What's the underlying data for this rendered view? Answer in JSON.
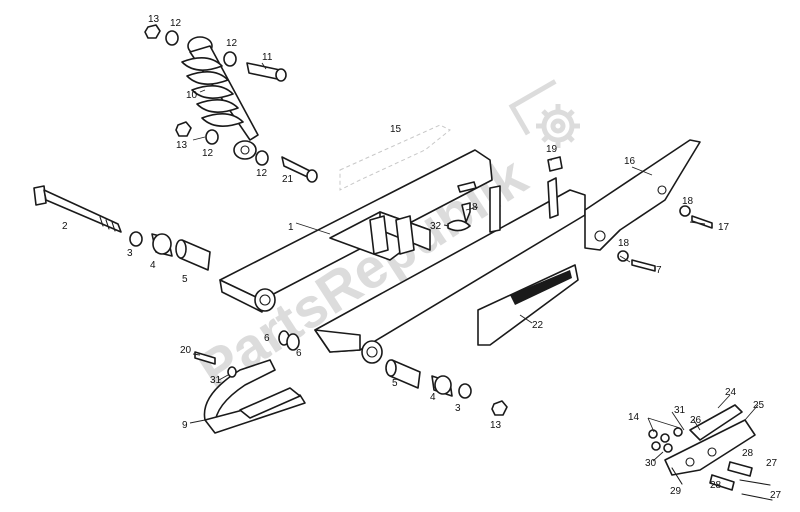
{
  "watermark": {
    "text": "PartsRepublik",
    "icon": "gear-icon"
  },
  "colors": {
    "line": "#1a1a1a",
    "watermark": "#dcdcdc",
    "background": "#ffffff"
  },
  "callouts": [
    {
      "id": "c13a",
      "label": "13"
    },
    {
      "id": "c12a",
      "label": "12"
    },
    {
      "id": "c12b",
      "label": "12"
    },
    {
      "id": "c11",
      "label": "11"
    },
    {
      "id": "c10",
      "label": "10"
    },
    {
      "id": "c13b",
      "label": "13"
    },
    {
      "id": "c12c",
      "label": "12"
    },
    {
      "id": "c12d",
      "label": "12"
    },
    {
      "id": "c21",
      "label": "21"
    },
    {
      "id": "c15",
      "label": "15"
    },
    {
      "id": "c1",
      "label": "1"
    },
    {
      "id": "c2",
      "label": "2"
    },
    {
      "id": "c3a",
      "label": "3"
    },
    {
      "id": "c4a",
      "label": "4"
    },
    {
      "id": "c5a",
      "label": "5"
    },
    {
      "id": "c19",
      "label": "19"
    },
    {
      "id": "c8",
      "label": "8"
    },
    {
      "id": "c32",
      "label": "32"
    },
    {
      "id": "c16",
      "label": "16"
    },
    {
      "id": "c18a",
      "label": "18"
    },
    {
      "id": "c17",
      "label": "17"
    },
    {
      "id": "c18b",
      "label": "18"
    },
    {
      "id": "c7",
      "label": "7"
    },
    {
      "id": "c22",
      "label": "22"
    },
    {
      "id": "c6a",
      "label": "6"
    },
    {
      "id": "c6b",
      "label": "6"
    },
    {
      "id": "c20",
      "label": "20"
    },
    {
      "id": "c31a",
      "label": "31"
    },
    {
      "id": "c9",
      "label": "9"
    },
    {
      "id": "c5b",
      "label": "5"
    },
    {
      "id": "c4b",
      "label": "4"
    },
    {
      "id": "c3b",
      "label": "3"
    },
    {
      "id": "c13c",
      "label": "13"
    },
    {
      "id": "c14",
      "label": "14"
    },
    {
      "id": "c31b",
      "label": "31"
    },
    {
      "id": "c26",
      "label": "26"
    },
    {
      "id": "c24",
      "label": "24"
    },
    {
      "id": "c25",
      "label": "25"
    },
    {
      "id": "c30",
      "label": "30"
    },
    {
      "id": "c28a",
      "label": "28"
    },
    {
      "id": "c27a",
      "label": "27"
    },
    {
      "id": "c28b",
      "label": "28"
    },
    {
      "id": "c27b",
      "label": "27"
    },
    {
      "id": "c29",
      "label": "29"
    }
  ]
}
